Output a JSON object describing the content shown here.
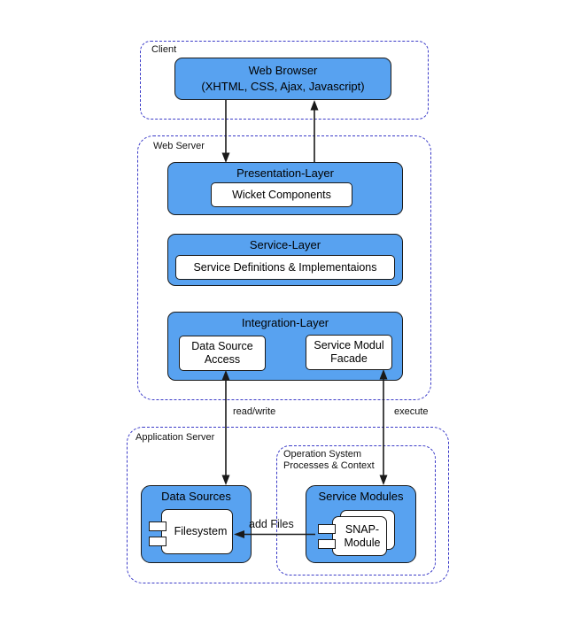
{
  "diagram": {
    "colors": {
      "node_fill": "#58a2f0",
      "node_border": "#1a1a1a",
      "container_border": "#3b3bc8",
      "inner_fill": "#ffffff",
      "arrow": "#1a1a1a",
      "background": "#ffffff",
      "text": "#000000"
    },
    "containers": {
      "client": {
        "label": "Client"
      },
      "web_server": {
        "label": "Web Server"
      },
      "application_server": {
        "label": "Application Server"
      },
      "operation_system": {
        "label": "Operation System\nProcesses & Context"
      }
    },
    "nodes": {
      "web_browser": {
        "text": "Web Browser\n(XHTML, CSS, Ajax, Javascript)"
      },
      "presentation_layer": {
        "title": "Presentation-Layer",
        "child": "Wicket Components"
      },
      "service_layer": {
        "title": "Service-Layer",
        "child": "Service Definitions & Implementaions"
      },
      "integration_layer": {
        "title": "Integration-Layer",
        "child_left": "Data Source\nAccess",
        "child_right": "Service Modul\nFacade"
      },
      "data_sources": {
        "title": "Data Sources",
        "component": "Filesystem"
      },
      "service_modules": {
        "title": "Service Modules",
        "component": "SNAP-\nModule"
      }
    },
    "edges": {
      "read_write": "read/write",
      "execute": "execute",
      "add_files": "add Files"
    }
  }
}
